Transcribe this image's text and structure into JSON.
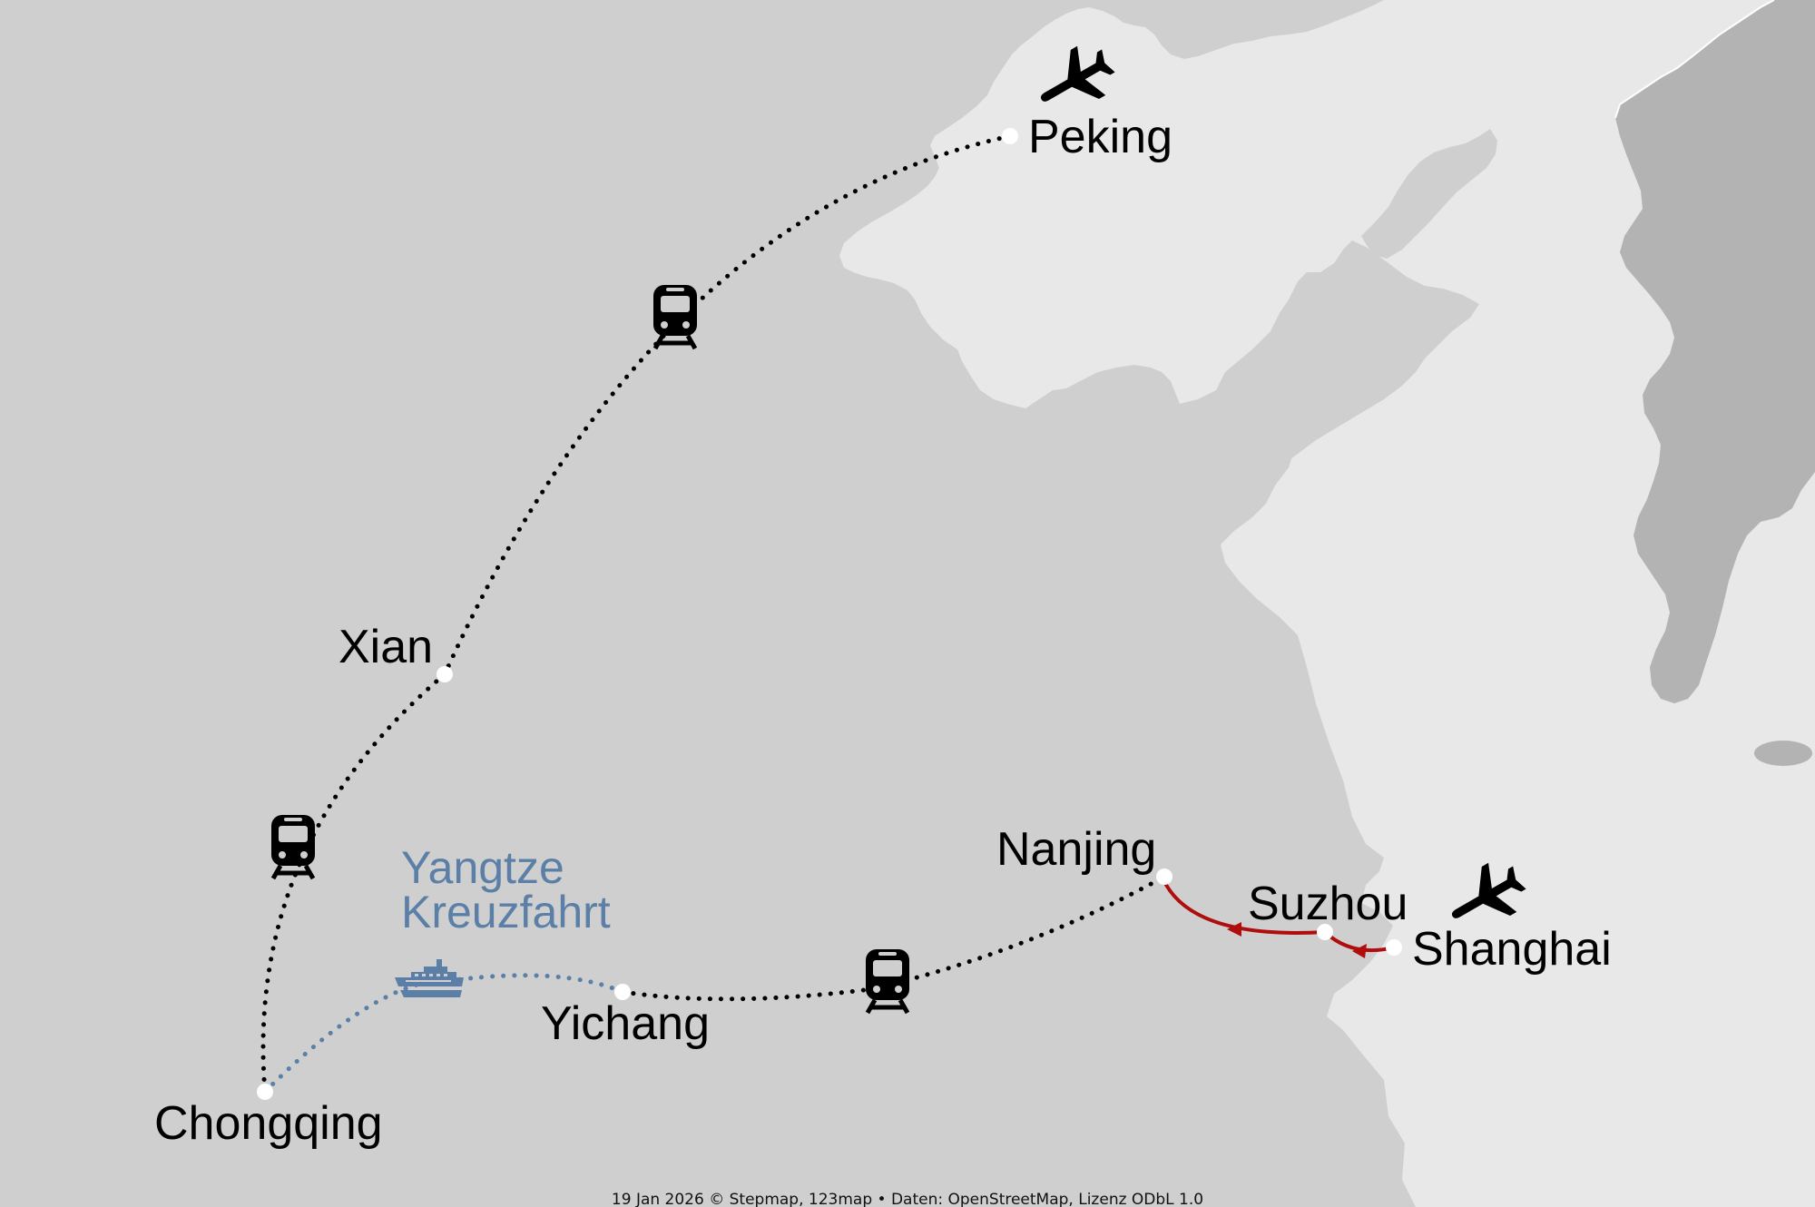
{
  "cities": {
    "peking": "Peking",
    "xian": "Xian",
    "chongqing": "Chongqing",
    "yichang": "Yichang",
    "nanjing": "Nanjing",
    "suzhou": "Suzhou",
    "shanghai": "Shanghai"
  },
  "cruise_label": {
    "line1": "Yangtze",
    "line2": "Kreuzfahrt"
  },
  "attribution": "19 Jan 2026 © Stepmap, 123map • Daten: OpenStreetMap, Lizenz ODbL 1.0",
  "colors": {
    "land": "#cfcfcf",
    "sea": "#e8e8e8",
    "foreign_land": "#b3b3b3",
    "train_route": "#000000",
    "cruise_route": "#5b7fa6",
    "road_route": "#b00d0d",
    "city_dot": "#ffffff"
  },
  "icons": [
    "airplane-icon",
    "train-icon",
    "ship-icon"
  ]
}
